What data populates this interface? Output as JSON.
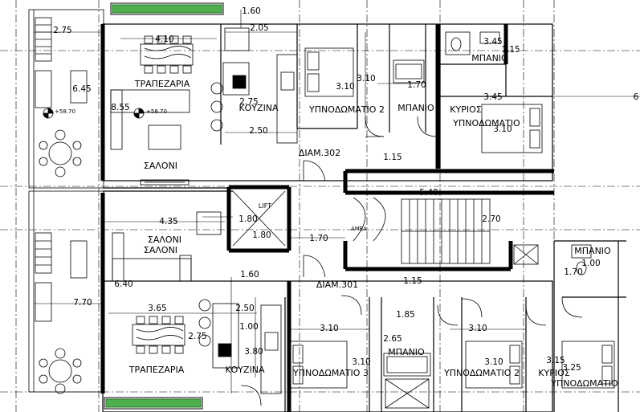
{
  "rooms": {
    "dining_top": "ΤΡΑΠΕΖΑΡΙΑ",
    "kitchen_top": "ΚΟΥΖΙΝΑ",
    "living_top": "ΣΑΛΟΝΙ",
    "bedroom2_top": "ΥΠΝΟΔΩΜΑΤΙΟ 2",
    "bath_top_mid": "ΜΠΑΝΙΟ",
    "bath_top_right": "ΜΠΑΝΙΟ",
    "master_top_line1": "ΚΥΡΙΟΣ",
    "master_top_line2": "ΥΠΝΟΔΩΜΑΤΙΟ",
    "hall_302": "ΔΙΑΜ.302",
    "lift": "LIFT",
    "ramp": "ΑΜΕΑ",
    "living_mid_1": "ΣΑΛΟΝΙ",
    "living_mid_2": "ΣΑΛΟΝΙ",
    "hall_301": "ΔΙΑΜ.301",
    "dining_bot": "ΤΡΑΠΕΖΑΡΙΑ",
    "kitchen_bot": "ΚΟΥΖΙΝΑ",
    "bedroom3_bot": "ΥΠΝΟΔΩΜΑΤΙΟ 3",
    "bath_bot_mid": "ΜΠΑΝΙΟ",
    "bedroom2_bot": "ΥΠΝΟΔΩΜΑΤΙΟ 2",
    "master_bot_line1": "ΚΥΡΙΟΣ",
    "master_bot_line2": "ΥΠΝΟΔΩΜΑΤΙΟ",
    "bath_bot_right": "ΜΠΑΝΙΟ"
  },
  "dimensions": {
    "d_160_top": "1.60",
    "d_275_left": "2.75",
    "d_410": "4.10",
    "d_205": "2.05",
    "d_645": "6.45",
    "d_275_kitchen": "2.75",
    "d_855": "8.55",
    "d_250_top": "2.50",
    "d_310_b2_v": "3.10",
    "d_310_b2_h": "3.10",
    "d_170_top": "1.70",
    "d_345_top": "3.45",
    "d_115_top": "1.15",
    "d_345_master": "3.45",
    "d_6_edge": "6",
    "d_310_master": "3.10",
    "d_115_hall": "1.15",
    "d_540": "5.40",
    "d_270": "2.70",
    "d_435": "4.35",
    "d_180_a": "1.80",
    "d_180_b": "1.80",
    "d_170_mid": "1.70",
    "d_640": "6.40",
    "d_160_mid": "1.60",
    "d_115_mid": "1.15",
    "d_100_right": "1.00",
    "d_170_right": "1.70",
    "d_770": "7.70",
    "d_365": "3.65",
    "d_250_bot": "2.50",
    "d_185": "1.85",
    "d_100_bot": "1.00",
    "d_275_bot": "2.75",
    "d_380": "3.80",
    "d_310_b3": "3.10",
    "d_265": "2.65",
    "d_310_b2b": "3.10",
    "d_310_b3_v": "3.10",
    "d_310_b2b_v": "3.10",
    "d_315": "3.15",
    "d_325": "3.25"
  },
  "levels": {
    "level_top": "+58.70",
    "level_mid": "+58.70"
  }
}
